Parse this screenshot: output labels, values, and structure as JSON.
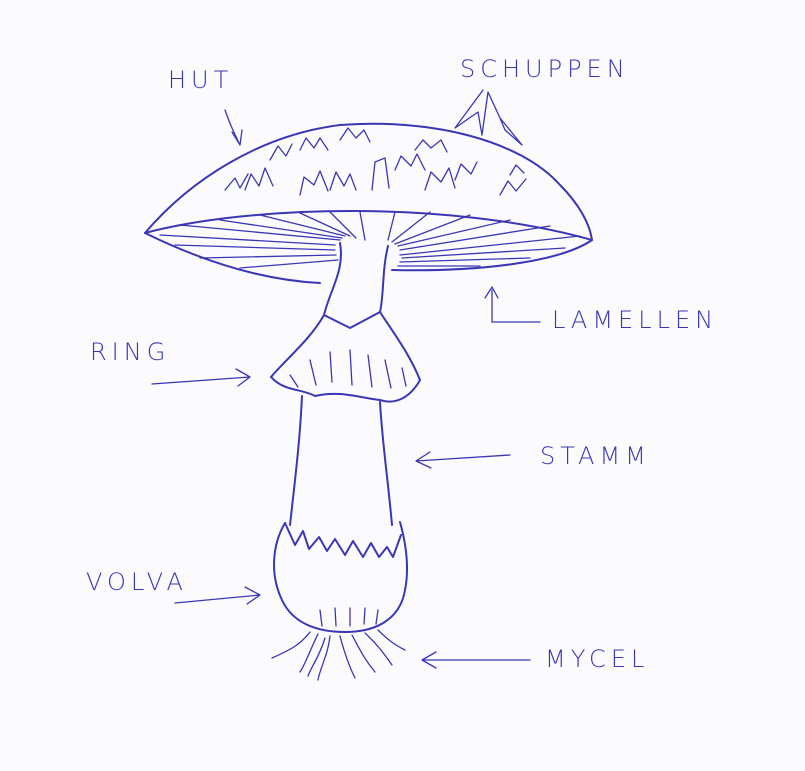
{
  "title": "Mushroom anatomy sketch",
  "ink_color": "#3b36b4",
  "labels": {
    "hut": "HUT",
    "schuppen": "SCHUPPEN",
    "lamellen": "LAMELLEN",
    "ring": "RING",
    "stamm": "STAMM",
    "volva": "VOLVA",
    "mycel": "MYCEL"
  }
}
